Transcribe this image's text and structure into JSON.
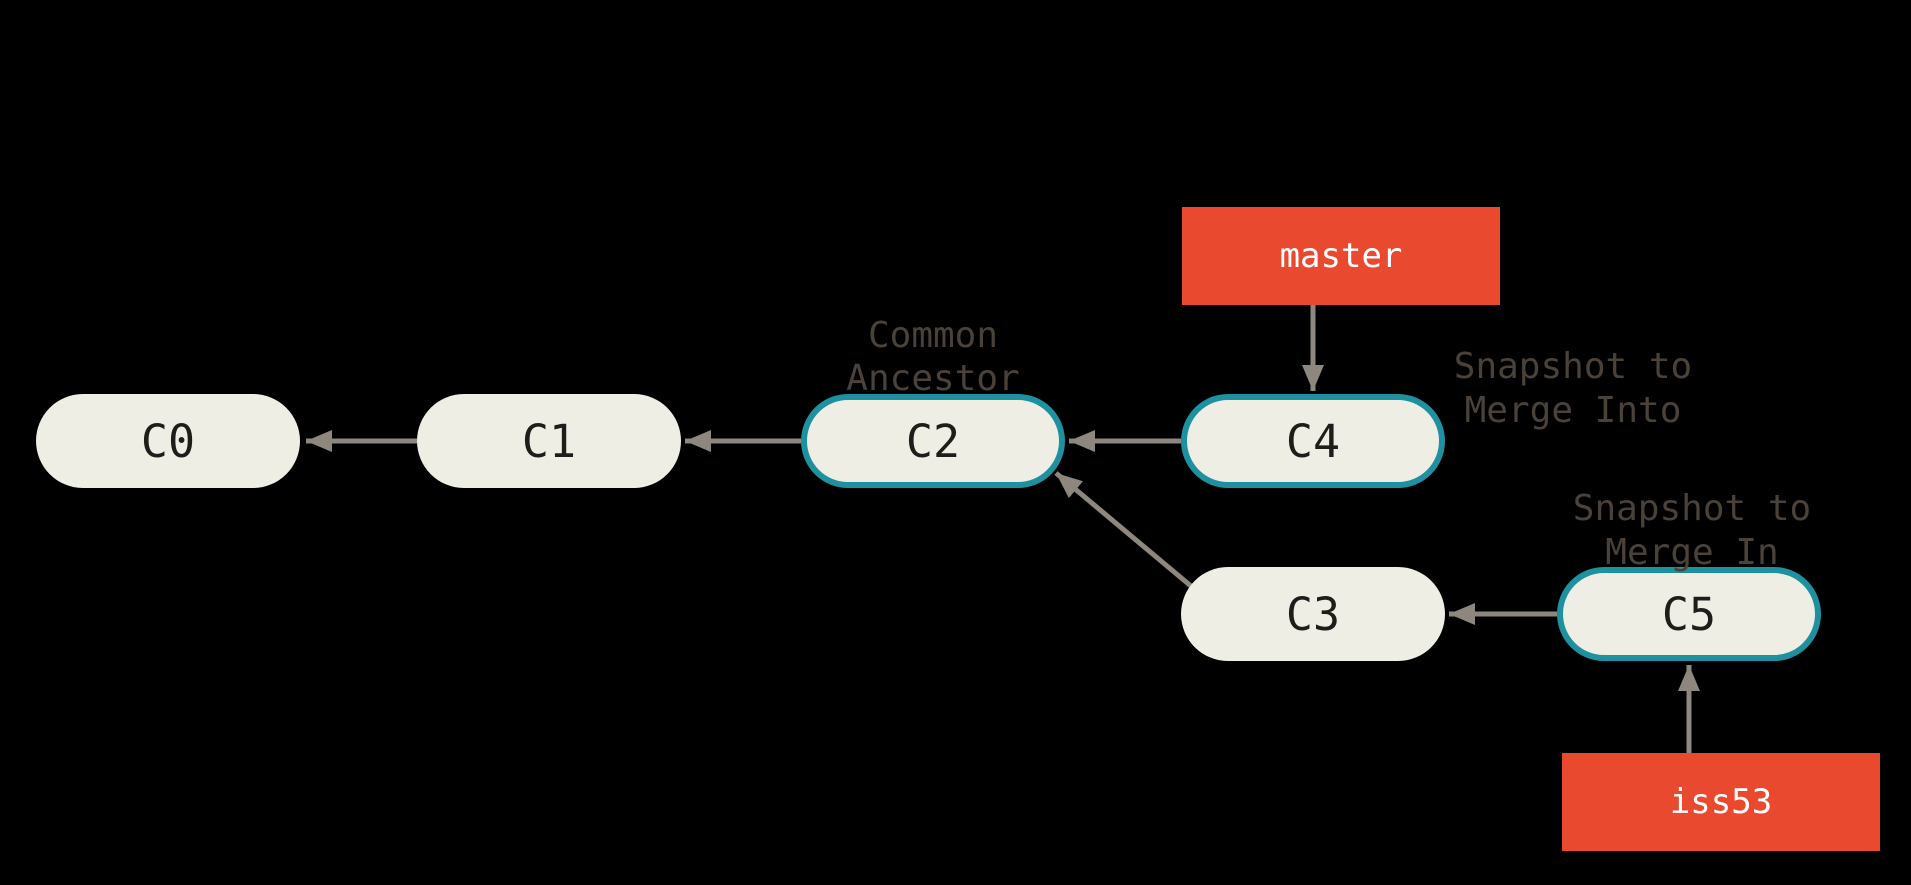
{
  "colors": {
    "background": "#000000",
    "node_fill": "#EFEEE5",
    "node_text": "#1D1D1B",
    "highlight_border": "#1E91A0",
    "branch_fill": "#E8492F",
    "branch_text": "#FFFFFF",
    "arrow": "#8E877D",
    "annotation_text": "#4A4138"
  },
  "nodes": [
    {
      "id": "C0",
      "label": "C0",
      "highlighted": false
    },
    {
      "id": "C1",
      "label": "C1",
      "highlighted": false
    },
    {
      "id": "C2",
      "label": "C2",
      "highlighted": true
    },
    {
      "id": "C3",
      "label": "C3",
      "highlighted": false
    },
    {
      "id": "C4",
      "label": "C4",
      "highlighted": true
    },
    {
      "id": "C5",
      "label": "C5",
      "highlighted": true
    }
  ],
  "branches": [
    {
      "name": "master",
      "points_to": "C4"
    },
    {
      "name": "iss53",
      "points_to": "C5"
    }
  ],
  "annotations": [
    {
      "target": "C2",
      "lines": [
        "Common",
        "Ancestor"
      ]
    },
    {
      "target": "C4",
      "lines": [
        "Snapshot to",
        "Merge Into"
      ]
    },
    {
      "target": "C5",
      "lines": [
        "Snapshot to",
        "Merge In"
      ]
    }
  ],
  "edges": [
    {
      "from": "C1",
      "to": "C0"
    },
    {
      "from": "C2",
      "to": "C1"
    },
    {
      "from": "C4",
      "to": "C2"
    },
    {
      "from": "C3",
      "to": "C2"
    },
    {
      "from": "C5",
      "to": "C3"
    },
    {
      "from": "master",
      "to": "C4"
    },
    {
      "from": "iss53",
      "to": "C5"
    }
  ]
}
